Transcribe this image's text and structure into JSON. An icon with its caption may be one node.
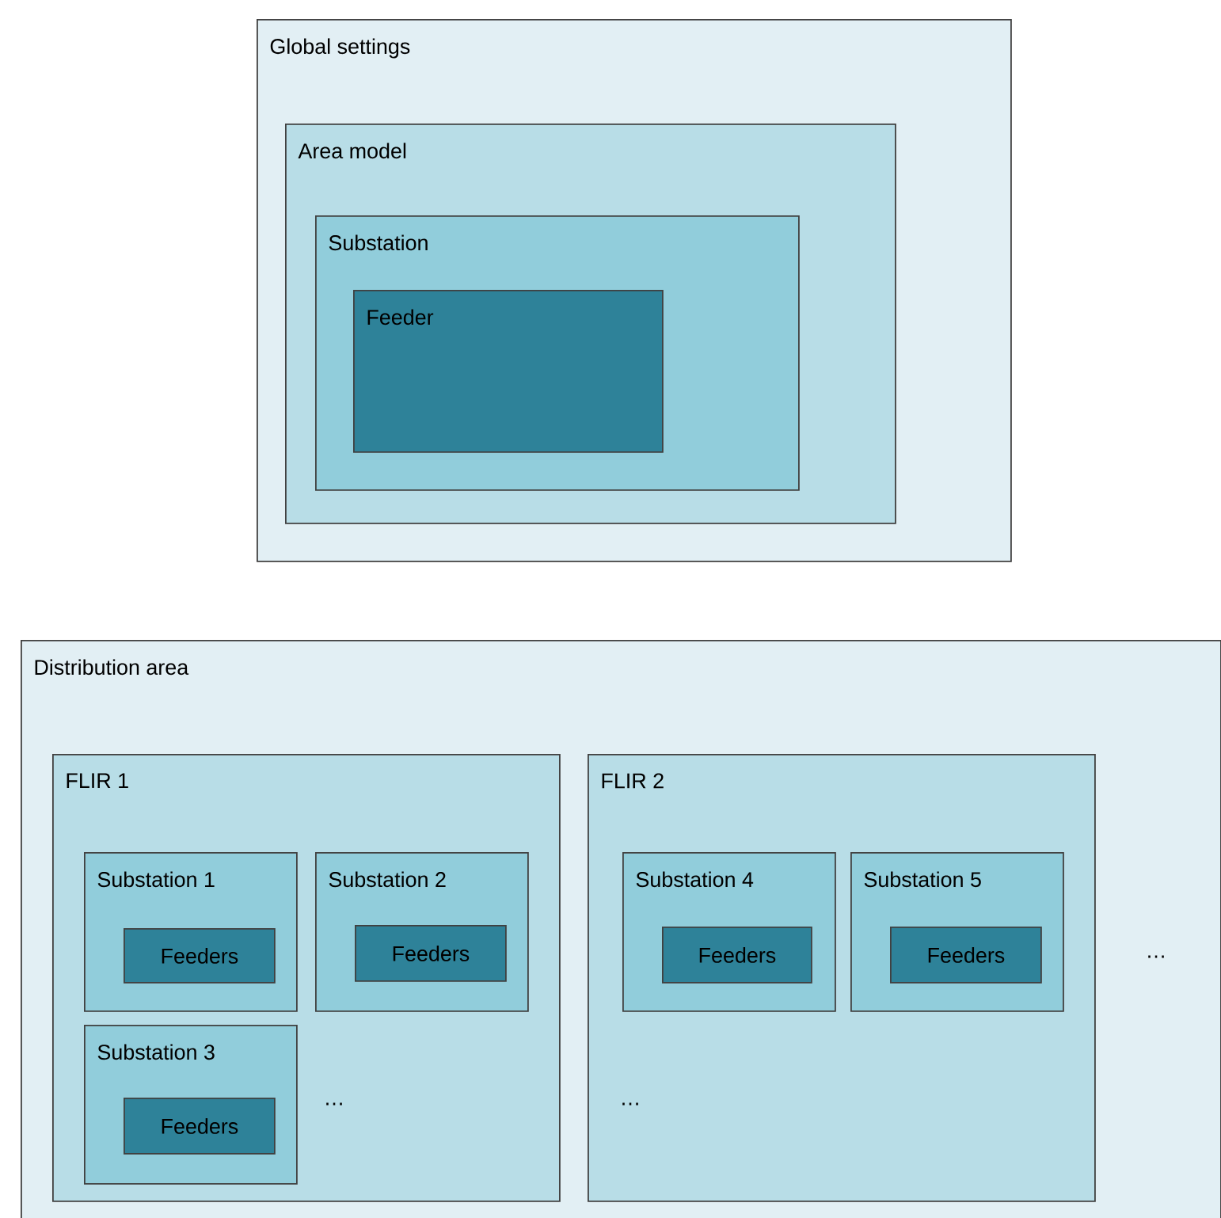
{
  "diagram": {
    "nodes": [
      {
        "text": [
          "Global settings"
        ]
      },
      {
        "text": [
          "Area model"
        ],
        "in": 0
      },
      {
        "text": [
          "Substation"
        ],
        "in": 1
      },
      {
        "text": [
          "Feeder"
        ],
        "in": 2
      },
      {
        "text": [
          "Distribution area"
        ]
      },
      {
        "text": [
          "FLIR 1"
        ],
        "in": 4
      },
      {
        "text": [
          "Substation 1"
        ],
        "in": 5
      },
      {
        "text": [
          "Feeders"
        ],
        "in": 6
      },
      {
        "text": [
          "Substation 2"
        ],
        "in": 5
      },
      {
        "text": [
          "Feeders"
        ],
        "in": 8
      },
      {
        "text": [
          "Substation 3"
        ],
        "in": 5
      },
      {
        "text": [
          "Feeders"
        ],
        "in": 10
      },
      {
        "text": [
          "FLIR 2"
        ],
        "in": 4
      },
      {
        "text": [
          "Substation 4"
        ],
        "in": 12
      },
      {
        "text": [
          "Feeders"
        ],
        "in": 13
      },
      {
        "text": [
          "Substation 5"
        ],
        "in": 12
      },
      {
        "text": [
          "Feeders"
        ],
        "in": 15
      }
    ],
    "labels": [
      "…",
      "…",
      "…"
    ]
  }
}
